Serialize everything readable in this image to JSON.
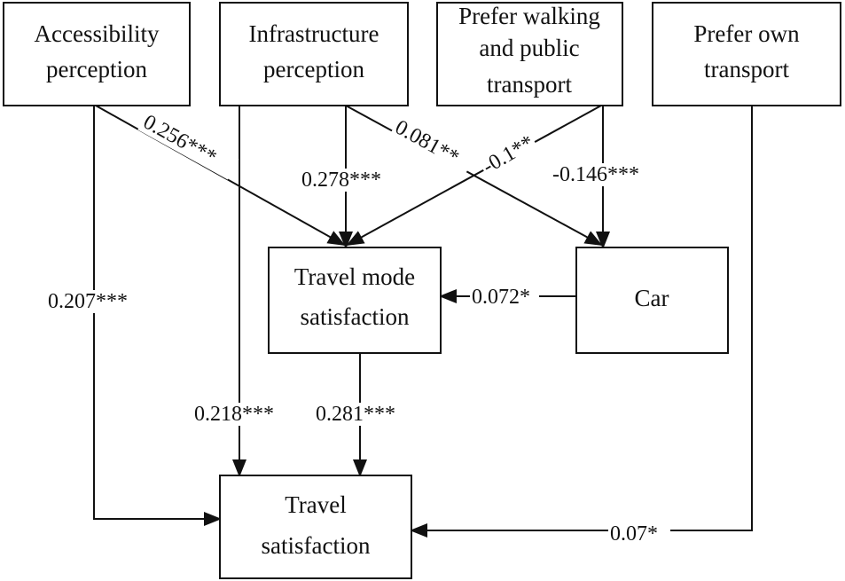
{
  "nodes": {
    "accessibility": [
      "Accessibility",
      "perception"
    ],
    "infrastructure": [
      "Infrastructure",
      "perception"
    ],
    "walking": [
      "Prefer walking",
      "and public",
      "transport"
    ],
    "own": [
      "Prefer own",
      "transport"
    ],
    "mode": [
      "Travel mode",
      "satisfaction"
    ],
    "car": [
      "Car"
    ],
    "travel": [
      "Travel",
      "satisfaction"
    ]
  },
  "edges": [
    {
      "from": "accessibility",
      "to": "mode",
      "label": "0.256***"
    },
    {
      "from": "infrastructure",
      "to": "mode",
      "label": "0.278***"
    },
    {
      "from": "infrastructure",
      "to": "car",
      "label": "0.081**"
    },
    {
      "from": "walking",
      "to": "mode",
      "label": "-0.1**"
    },
    {
      "from": "walking",
      "to": "car",
      "label": "-0.146***"
    },
    {
      "from": "car",
      "to": "mode",
      "label": "0.072*"
    },
    {
      "from": "accessibility",
      "to": "travel",
      "label": "0.207***"
    },
    {
      "from": "infrastructure",
      "to": "travel",
      "label": "0.218***"
    },
    {
      "from": "mode",
      "to": "travel",
      "label": "0.281***"
    },
    {
      "from": "own",
      "to": "travel",
      "label": "0.07*"
    }
  ]
}
